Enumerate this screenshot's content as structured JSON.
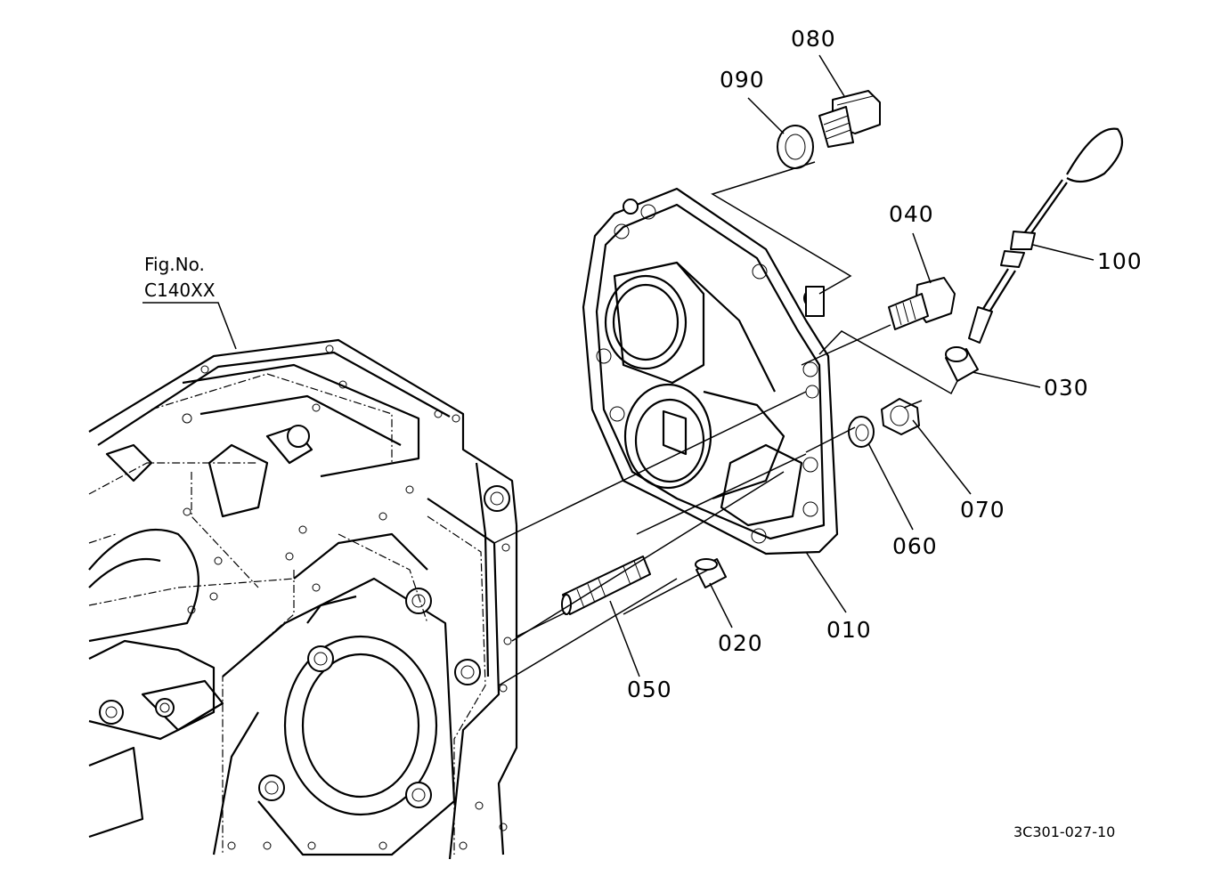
{
  "figure_ref": {
    "line1": "Fig.No.",
    "line2": "C140XX"
  },
  "parts": [
    {
      "id": "p010",
      "label": "010"
    },
    {
      "id": "p020",
      "label": "020"
    },
    {
      "id": "p030",
      "label": "030"
    },
    {
      "id": "p040",
      "label": "040"
    },
    {
      "id": "p050",
      "label": "050"
    },
    {
      "id": "p060",
      "label": "060"
    },
    {
      "id": "p070",
      "label": "070"
    },
    {
      "id": "p080",
      "label": "080"
    },
    {
      "id": "p090",
      "label": "090"
    },
    {
      "id": "p100",
      "label": "100"
    }
  ],
  "drawing_code": "3C301-027-10"
}
